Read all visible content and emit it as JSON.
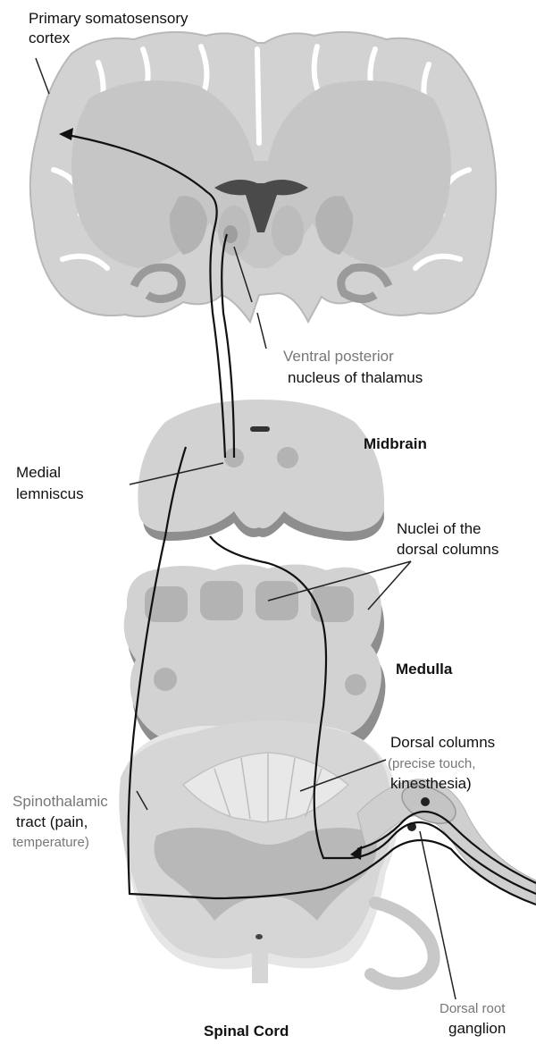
{
  "labels": {
    "primary_cortex_1": "Primary somatosensory",
    "primary_cortex_2": "cortex",
    "vpn_1": "Ventral posterior",
    "vpn_2": "nucleus of thalamus",
    "midbrain": "Midbrain",
    "medial_lemniscus_1": "Medial",
    "medial_lemniscus_2": "lemniscus",
    "nuclei_dorsal_1": "Nuclei of the",
    "nuclei_dorsal_2": "dorsal columns",
    "medulla": "Medulla",
    "dorsal_columns_1": "Dorsal columns",
    "dorsal_columns_2": "(precise touch,",
    "dorsal_columns_3": "kinesthesia)",
    "spinothalamic_1": "Spinothalamic",
    "spinothalamic_2": "tract (pain,",
    "spinothalamic_3": "temperature)",
    "spinal_cord": "Spinal Cord",
    "drg_1": "Dorsal root",
    "drg_2": "ganglion"
  },
  "colors": {
    "tissue": "#d2d2d2",
    "tissue_dark": "#a9a9a9",
    "shadow": "#8e8e8e",
    "nucleus": "#b3b3b3",
    "pathway": "#111111"
  }
}
